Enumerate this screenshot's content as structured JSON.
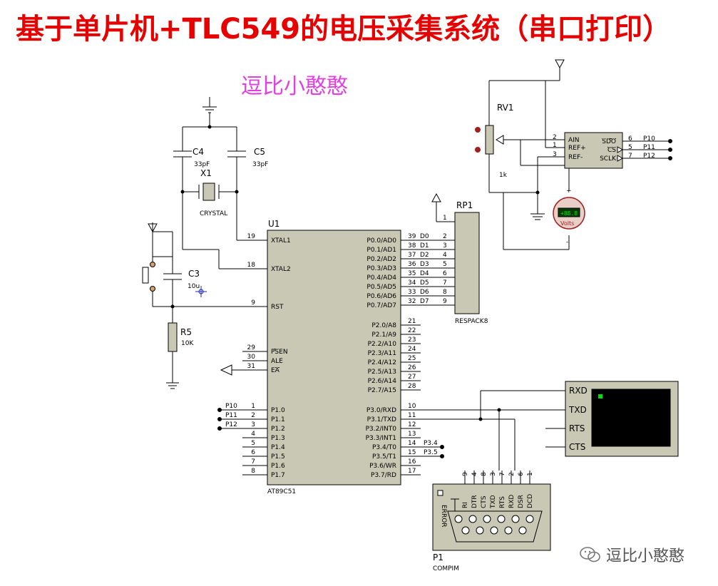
{
  "title": "基于单片机+TLC549的电压采集系统（串口打印）",
  "subtitle": "逗比小憨憨",
  "watermark": "逗比小憨憨",
  "colors": {
    "title": "#e60000",
    "subtitle": "#e040e0",
    "chip": "#c8c8b4",
    "wire": "#000000",
    "terminal_screen": "#000000"
  },
  "components": {
    "u1": {
      "ref": "U1",
      "part": "AT89C51",
      "left_pins": [
        {
          "num": "19",
          "name": "XTAL1"
        },
        {
          "num": "18",
          "name": "XTAL2"
        },
        {
          "num": "9",
          "name": "RST"
        },
        {
          "num": "29",
          "name": "PSEN"
        },
        {
          "num": "30",
          "name": "ALE"
        },
        {
          "num": "31",
          "name": "EA"
        },
        {
          "num": "1",
          "name": "P1.0"
        },
        {
          "num": "2",
          "name": "P1.1"
        },
        {
          "num": "3",
          "name": "P1.2"
        },
        {
          "num": "4",
          "name": "P1.3"
        },
        {
          "num": "5",
          "name": "P1.4"
        },
        {
          "num": "6",
          "name": "P1.5"
        },
        {
          "num": "7",
          "name": "P1.6"
        },
        {
          "num": "8",
          "name": "P1.7"
        }
      ],
      "right_pins": [
        {
          "num": "39",
          "name": "P0.0/AD0"
        },
        {
          "num": "38",
          "name": "P0.1/AD1"
        },
        {
          "num": "37",
          "name": "P0.2/AD2"
        },
        {
          "num": "36",
          "name": "P0.3/AD3"
        },
        {
          "num": "35",
          "name": "P0.4/AD4"
        },
        {
          "num": "34",
          "name": "P0.5/AD5"
        },
        {
          "num": "33",
          "name": "P0.6/AD6"
        },
        {
          "num": "32",
          "name": "P0.7/AD7"
        },
        {
          "num": "21",
          "name": "P2.0/A8"
        },
        {
          "num": "22",
          "name": "P2.1/A9"
        },
        {
          "num": "23",
          "name": "P2.2/A10"
        },
        {
          "num": "24",
          "name": "P2.3/A11"
        },
        {
          "num": "25",
          "name": "P2.4/A12"
        },
        {
          "num": "26",
          "name": "P2.5/A13"
        },
        {
          "num": "27",
          "name": "P2.6/A14"
        },
        {
          "num": "28",
          "name": "P2.7/A15"
        },
        {
          "num": "10",
          "name": "P3.0/RXD"
        },
        {
          "num": "11",
          "name": "P3.1/TXD"
        },
        {
          "num": "12",
          "name": "P3.2/INT0"
        },
        {
          "num": "13",
          "name": "P3.3/INT1"
        },
        {
          "num": "14",
          "name": "P3.4/T0"
        },
        {
          "num": "15",
          "name": "P3.5/T1"
        },
        {
          "num": "16",
          "name": "P3.6/WR"
        },
        {
          "num": "17",
          "name": "P3.7/RD"
        }
      ],
      "d_labels": [
        "D0",
        "D1",
        "D2",
        "D3",
        "D4",
        "D5",
        "D6",
        "D7"
      ],
      "p1_net_labels": [
        "P10",
        "P11",
        "P12"
      ],
      "p3_net_labels": [
        "P3.4",
        "P3.5"
      ]
    },
    "c4": {
      "ref": "C4",
      "value": "33pF"
    },
    "c5": {
      "ref": "C5",
      "value": "33pF"
    },
    "x1": {
      "ref": "X1",
      "value": "CRYSTAL"
    },
    "c3": {
      "ref": "C3",
      "value": "10u"
    },
    "r5": {
      "ref": "R5",
      "value": "10K"
    },
    "rv1": {
      "ref": "RV1",
      "value": "1k"
    },
    "rp1": {
      "ref": "RP1",
      "part": "RESPACK8",
      "pin1": "1",
      "pins": [
        "2",
        "3",
        "4",
        "5",
        "6",
        "7",
        "8",
        "9"
      ]
    },
    "tlc549": {
      "left_pins": [
        {
          "num": "2",
          "name": "AIN"
        },
        {
          "num": "1",
          "name": "REF+"
        },
        {
          "num": "3",
          "name": "REF-"
        }
      ],
      "right_pins": [
        {
          "num": "6",
          "name": "SDO",
          "net": "P10"
        },
        {
          "num": "5",
          "name": "CS",
          "net": "P11"
        },
        {
          "num": "7",
          "name": "SCLK",
          "net": "P12"
        }
      ]
    },
    "voltmeter": {
      "display": "+88.8",
      "unit": "Volts",
      "plus": "+",
      "minus": "-"
    },
    "terminal": {
      "pins": [
        "RXD",
        "TXD",
        "RTS",
        "CTS"
      ]
    },
    "p1": {
      "ref": "P1",
      "part": "COMPIM",
      "error": "ERROR",
      "pin_numbers": [
        "9",
        "4",
        "8",
        "3",
        "7",
        "2",
        "6",
        "1"
      ],
      "pin_names": [
        "RI",
        "DTR",
        "CTS",
        "TXD",
        "RTS",
        "RXD",
        "DSR",
        "DCD"
      ]
    }
  }
}
